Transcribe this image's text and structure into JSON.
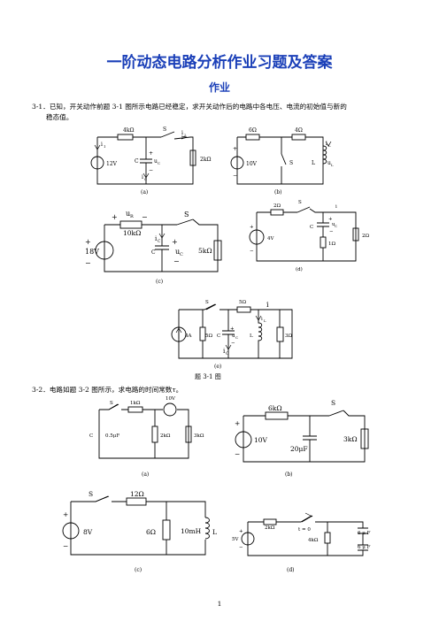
{
  "doc": {
    "title": "一阶动态电路分析作业习题及答案",
    "subtitle": "作业",
    "q1_text_line1": "3-1．已知，开关动作前题 3-1 图所示电路已经稳定，求开关动作后的电路中各电压、电流的初始值与新的",
    "q1_text_line2": "稳态值。",
    "fig1_caption": "题 3-1 图",
    "q2_text": "3-2．电路如题 3-2 图所示，求电路的时间常数",
    "q2_tau": "τ",
    "q2_end": "。",
    "page_number": "1"
  },
  "fig1": {
    "a": {
      "label": "(a)",
      "r1": "4kΩ",
      "s": "S",
      "i2": "i",
      "i2sub": "2",
      "i1": "i",
      "i1sub": "1",
      "src": "12V",
      "c": "C",
      "uc": "u",
      "ucsub": "C",
      "ic": "i",
      "icsub": "C",
      "r2": "2kΩ",
      "plus": "+",
      "minus": "−"
    },
    "b": {
      "label": "(b)",
      "r1": "6Ω",
      "r2": "4Ω",
      "src": "10V",
      "s": "S",
      "l": "L",
      "il": "i",
      "ilsub": "L",
      "ul": "u",
      "ulsub": "L",
      "plus": "+",
      "minus": "−"
    },
    "c": {
      "label": "(c)",
      "ur": "u",
      "ursub": "R",
      "r1": "10kΩ",
      "s": "S",
      "src": "18V",
      "ic": "i",
      "icsub": "C",
      "c": "C",
      "uc": "u",
      "ucsub": "C",
      "r2": "5kΩ",
      "plus": "+",
      "minus": "−"
    },
    "d": {
      "label": "(d)",
      "r1": "2Ω",
      "s": "S",
      "i": "i",
      "src": "4V",
      "c": "C",
      "uc": "u",
      "ucsub": "C",
      "r2": "1Ω",
      "r3": "2Ω",
      "plus": "+",
      "minus": "−"
    },
    "e": {
      "label": "(e)",
      "s": "S",
      "r1": "5Ω",
      "i": "i",
      "src": "4A",
      "r2": "5Ω",
      "c": "C",
      "uc": "u",
      "ucsub": "C",
      "ic": "i",
      "icsub": "C",
      "l": "L",
      "il": "i",
      "ilsub": "L",
      "r3": "3Ω",
      "plus": "+",
      "minus": "−"
    }
  },
  "fig2": {
    "a": {
      "label": "(a)",
      "s": "S",
      "r1": "1kΩ",
      "src": "10V",
      "c": "C",
      "cval": "0.5μF",
      "r2": "2kΩ",
      "r3": "3kΩ"
    },
    "b": {
      "label": "(b)",
      "r1": "6kΩ",
      "s": "S",
      "src": "10V",
      "c": "20μF",
      "r2": "3kΩ",
      "plus": "+",
      "minus": "−"
    },
    "c": {
      "label": "(c)",
      "s": "S",
      "r1": "12Ω",
      "src": "8V",
      "r2": "6Ω",
      "l": "10mH",
      "lname": "L",
      "plus": "+",
      "minus": "−"
    },
    "d": {
      "label": "(d)",
      "r1": "2kΩ",
      "t0": "t = 0",
      "src": "5V",
      "r2": "4kΩ",
      "c1": "6 μ F",
      "c2": "6 μ F",
      "plus": "+",
      "minus": "−"
    }
  }
}
